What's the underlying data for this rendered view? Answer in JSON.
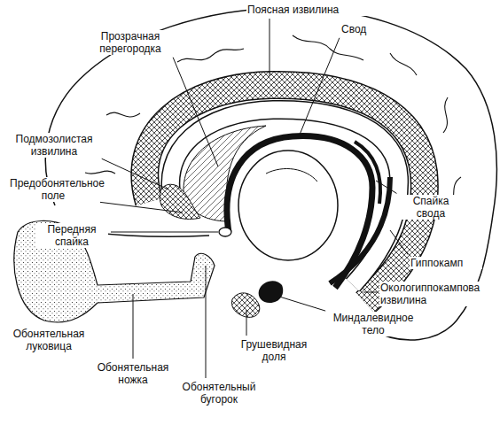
{
  "diagram": {
    "labels": [
      "Поясная извилина",
      "Прозрачная перегородка",
      "Свод",
      "Подмозолистая извилина",
      "Предобонятельное поле",
      "Передняя спайка",
      "Спайка свода",
      "Гиппокамп",
      "Окологиппокампова извилина",
      "Миндалевидное тело",
      "Грушевидная доля",
      "Обонятельная луковица",
      "Обонятельная ножка",
      "Обонятельный бугорок"
    ]
  }
}
